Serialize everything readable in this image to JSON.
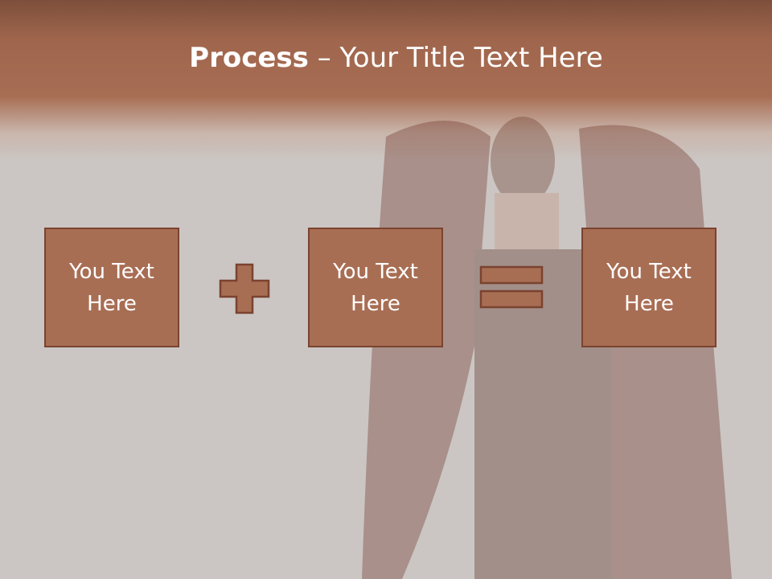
{
  "slide": {
    "title_bold": "Process",
    "title_sep": " – ",
    "title_rest": "Your Title Text Here"
  },
  "boxes": [
    {
      "text": "You Text Here"
    },
    {
      "text": "You Text Here"
    },
    {
      "text": "You Text Here"
    }
  ],
  "operators": [
    "plus-icon",
    "equals-icon"
  ],
  "colors": {
    "box_fill": "#a86e54",
    "box_border": "#7a4330",
    "header": "#a0664d",
    "background": "#cbc6c3"
  }
}
